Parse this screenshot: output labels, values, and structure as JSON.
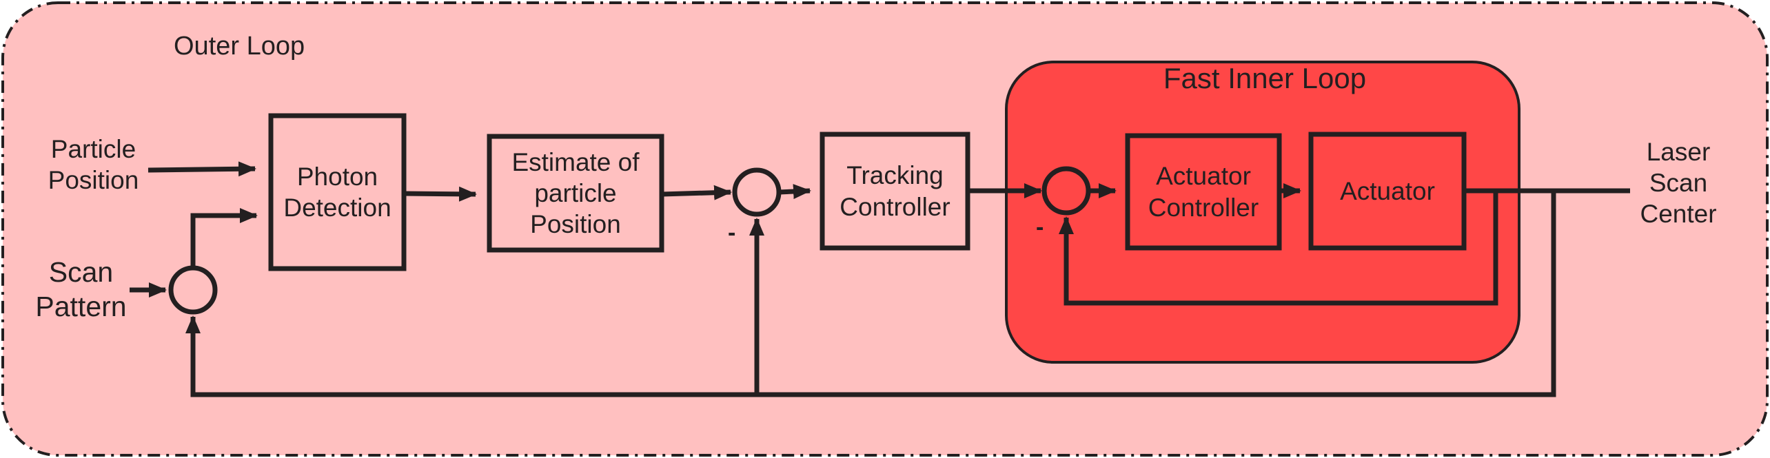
{
  "outer_loop": {
    "title": "Outer Loop",
    "fill": "#ffc0c0",
    "border": "#231f20"
  },
  "inner_loop": {
    "title": "Fast Inner Loop",
    "fill": "#ff4747",
    "border": "#231f20"
  },
  "inputs": {
    "particle_position": [
      "Particle",
      "Position"
    ],
    "scan_pattern": [
      "Scan",
      "Pattern"
    ]
  },
  "output": {
    "laser_scan_center": [
      "Laser",
      "Scan",
      "Center"
    ]
  },
  "blocks": {
    "photon_detection": [
      "Photon",
      "Detection"
    ],
    "estimate": [
      "Estimate of",
      "particle",
      "Position"
    ],
    "tracking_controller": [
      "Tracking",
      "Controller"
    ],
    "actuator_controller": [
      "Actuator",
      "Controller"
    ],
    "actuator": [
      "Actuator"
    ]
  },
  "summing_junctions": {
    "error_sign": "-",
    "inner_sign": "-"
  },
  "colors": {
    "line": "#231f20",
    "block_fill_outer": "#ffc0c0",
    "block_fill_inner": "#ff4747"
  }
}
